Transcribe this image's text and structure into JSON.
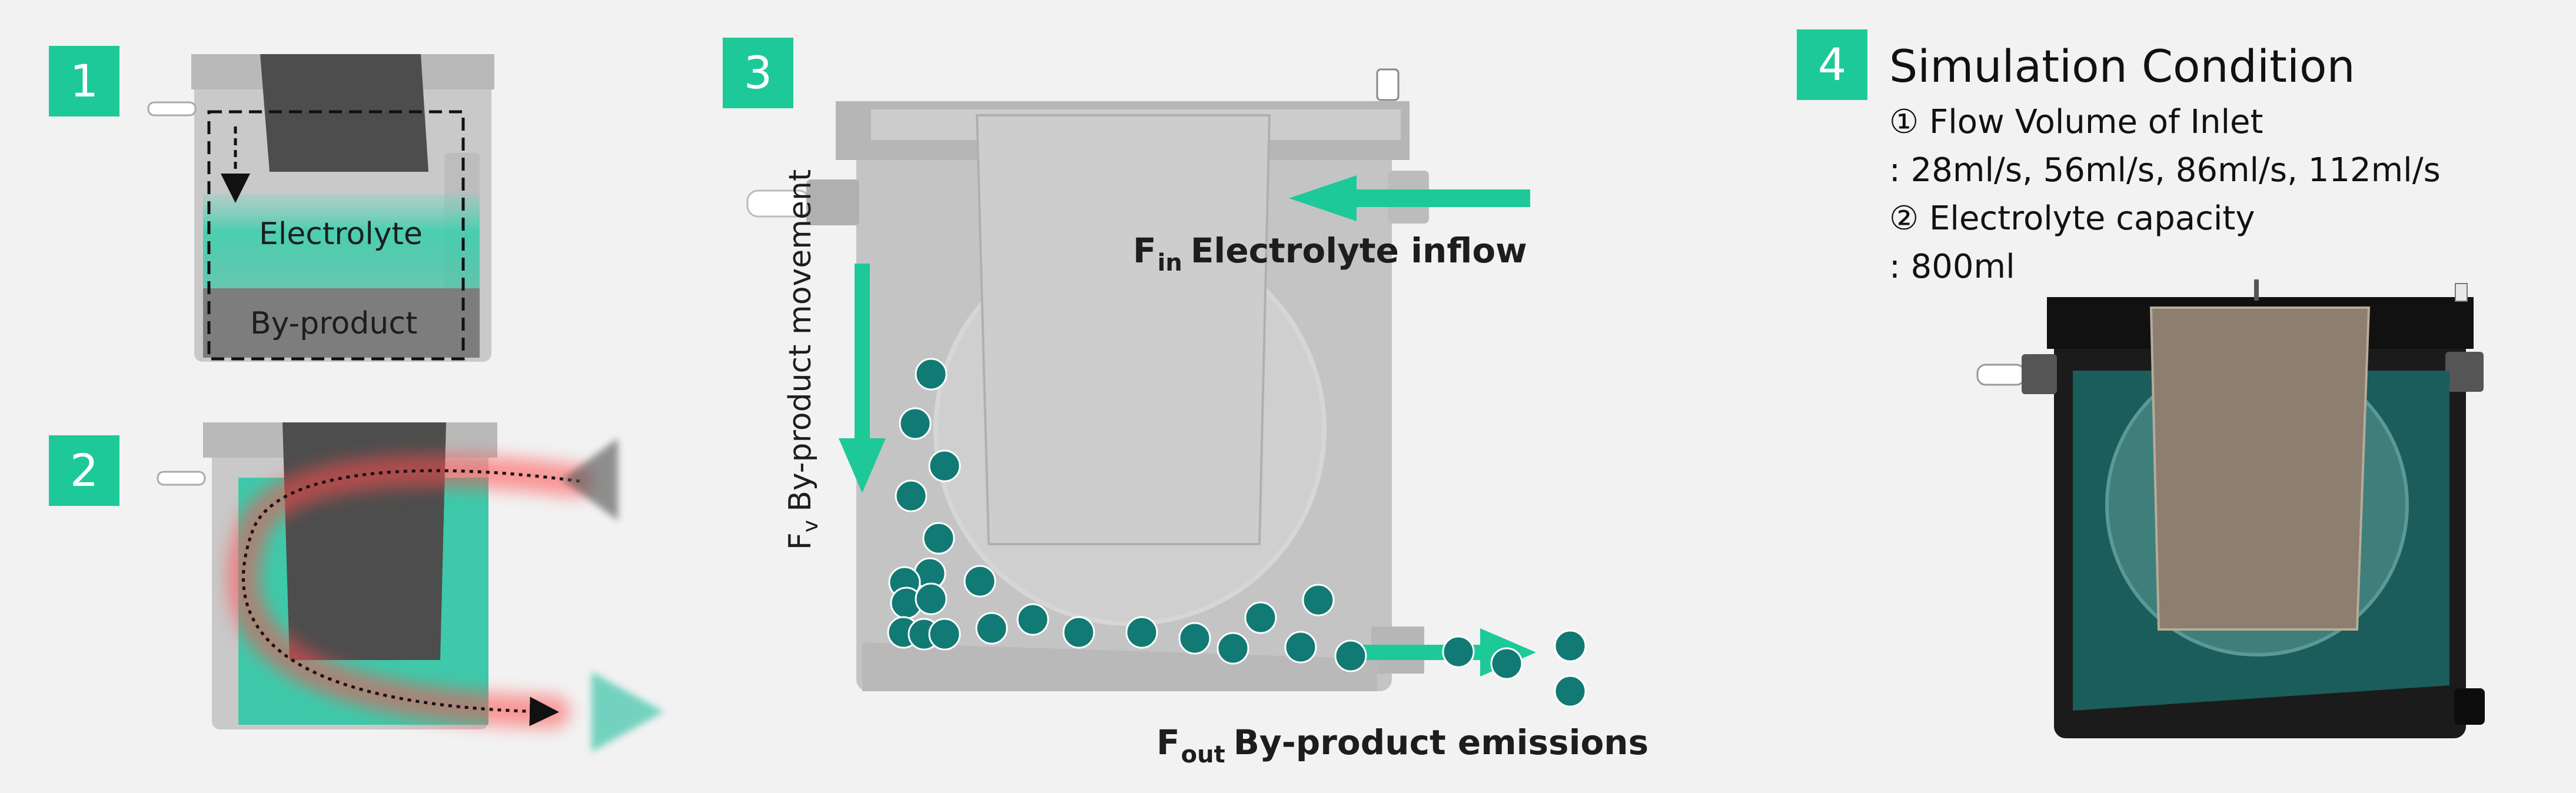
{
  "panels": [
    {
      "number": "1",
      "labels": {
        "electrolyte": "Electrolyte",
        "byproduct": "By-product"
      }
    },
    {
      "number": "2"
    },
    {
      "number": "3",
      "labels": {
        "inflow_symbol": "F",
        "inflow_sub": "in",
        "inflow_text": "Electrolyte inflow",
        "movement_symbol": "F",
        "movement_sub": "v",
        "movement_text": "By-product movement",
        "emission_symbol": "F",
        "emission_sub": "out",
        "emission_text": "By-product emissions"
      }
    },
    {
      "number": "4",
      "title": "Simulation Condition",
      "conditions": [
        "① Flow Volume of Inlet",
        ": 28ml/s, 56ml/s, 86ml/s, 112ml/s",
        "② Electrolyte capacity",
        ": 800ml"
      ]
    }
  ],
  "colors": {
    "accent": "#1ec999",
    "particle": "#127a74",
    "electrolyte_dark": "#1b5d5a",
    "flow_red": "#e8333a",
    "housing_gray": "#c4c4c4",
    "electrode_dark": "#595959",
    "electrode_beige": "#8c7f70"
  }
}
